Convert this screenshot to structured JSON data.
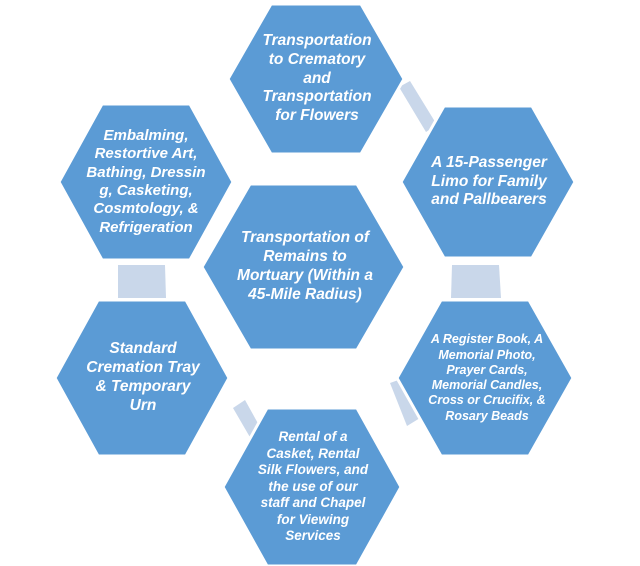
{
  "colors": {
    "hex_fill": "#5B9BD5",
    "hex_stroke": "#FFFFFF",
    "connector": "#C9D7EA",
    "text": "#FFFFFF"
  },
  "center": {
    "text": "Transportation of\nRemains to\nMortuary (Within a\n45-Mile Radius)"
  },
  "satellites": [
    {
      "id": "top",
      "text": "Transportation\nto Crematory\nand\nTransportation\nfor Flowers"
    },
    {
      "id": "upper-right",
      "text": "A 15-Passenger\nLimo for Family\nand Pallbearers"
    },
    {
      "id": "lower-right",
      "text": "A Register Book, A\nMemorial Photo,\nPrayer Cards,\nMemorial Candles,\nCross or Crucifix, &\nRosary Beads"
    },
    {
      "id": "bottom",
      "text": "Rental of a\nCasket, Rental\nSilk Flowers, and\nthe use of our\nstaff and  Chapel\nfor Viewing\nServices"
    },
    {
      "id": "lower-left",
      "text": "Standard\nCremation Tray\n& Temporary\nUrn"
    },
    {
      "id": "upper-left",
      "text": "Embalming,\nRestortive Art,\nBathing, Dressin\ng, Casketing,\nCosmtology, &\nRefrigeration"
    }
  ]
}
